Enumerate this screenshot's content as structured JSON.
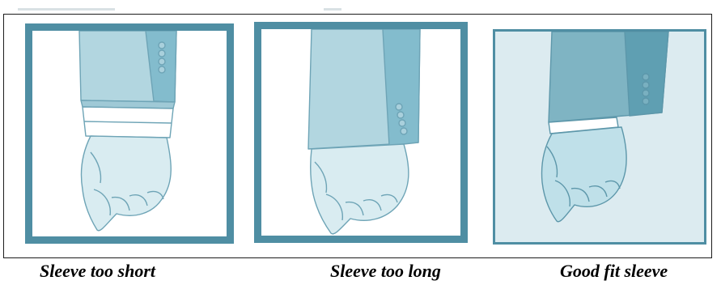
{
  "panels": [
    {
      "caption": "Sleeve too short",
      "cuff_visible": "long"
    },
    {
      "caption": "Sleeve too long",
      "cuff_visible": "none"
    },
    {
      "caption": "Good fit sleeve",
      "cuff_visible": "short"
    }
  ],
  "colors": {
    "frame": "#4f8ea3",
    "sleeve_light": "#b2d6e0",
    "sleeve_dark": "#83bccd",
    "sleeve_fit": "#7fb4c3",
    "hand": "#d9ecf1",
    "outline": "#6ea4b6",
    "panel3_bg": "#dcebf0"
  },
  "icons": [
    "sleeve-short-illustration",
    "sleeve-long-illustration",
    "sleeve-fit-illustration"
  ]
}
